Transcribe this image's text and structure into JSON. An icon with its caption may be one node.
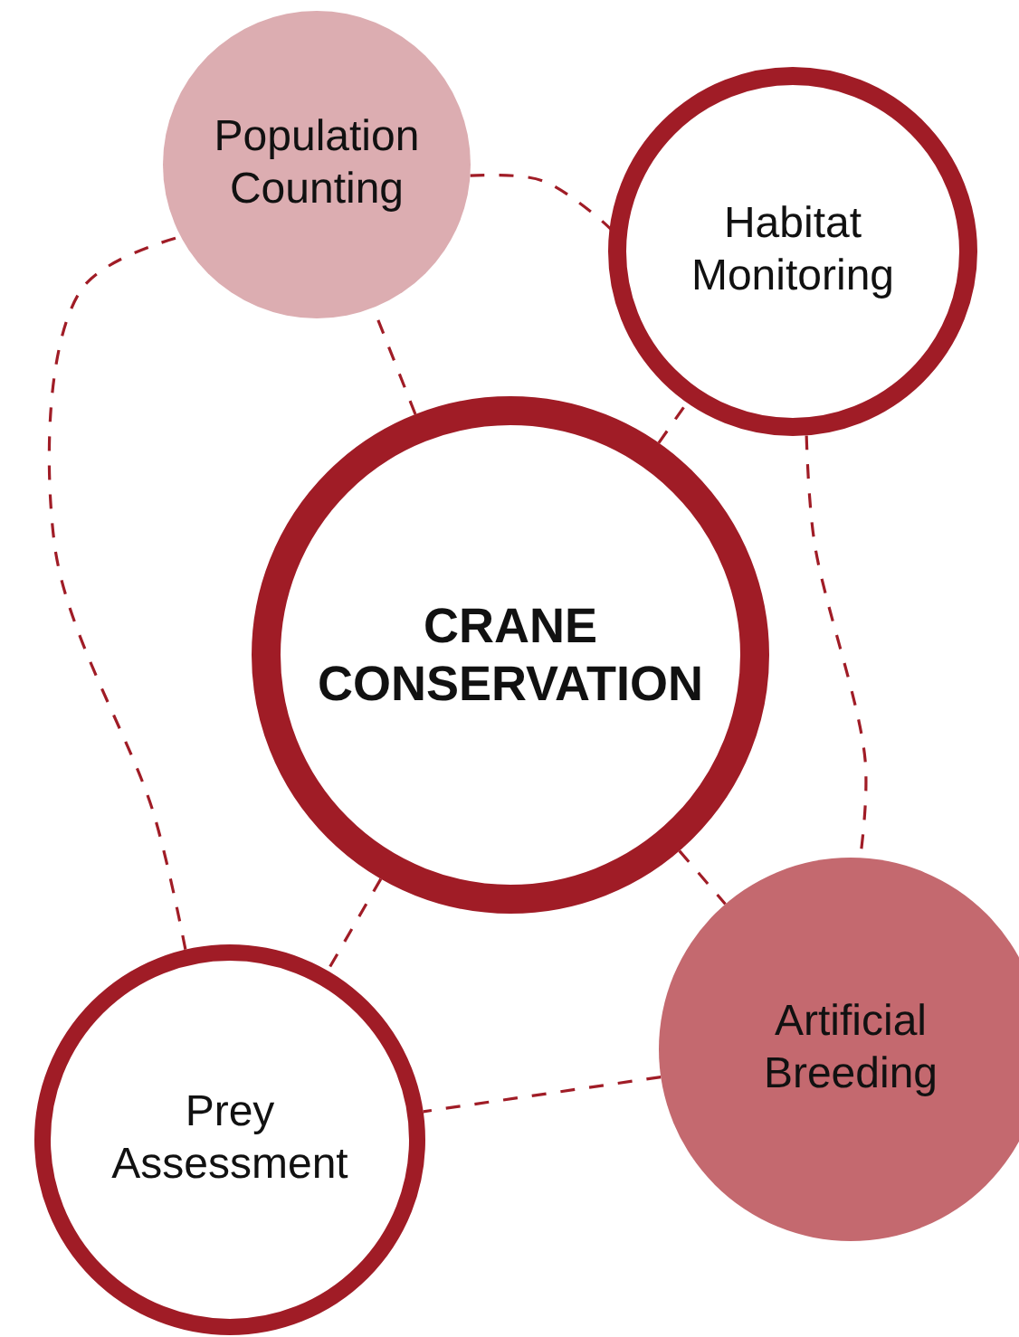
{
  "diagram": {
    "nodes": [
      {
        "text": [
          "CRANE CONSERVATION"
        ]
      },
      {
        "text": [
          "Population Counting"
        ]
      },
      {
        "text": [
          "Habitat Monitoring"
        ]
      },
      {
        "text": [
          "Prey Assessment"
        ]
      },
      {
        "text": [
          "Artificial Breeding"
        ]
      }
    ],
    "edges": [
      {
        "from": 0,
        "to": 1,
        "arrow": "none",
        "style": "dashed"
      },
      {
        "from": 0,
        "to": 2,
        "arrow": "none",
        "style": "dashed"
      },
      {
        "from": 0,
        "to": 3,
        "arrow": "none",
        "style": "dashed"
      },
      {
        "from": 0,
        "to": 4,
        "arrow": "none",
        "style": "dashed"
      },
      {
        "from": 1,
        "to": 2,
        "arrow": "none",
        "style": "dashed"
      },
      {
        "from": 2,
        "to": 4,
        "arrow": "none",
        "style": "dashed"
      },
      {
        "from": 4,
        "to": 3,
        "arrow": "none",
        "style": "dashed"
      },
      {
        "from": 3,
        "to": 1,
        "arrow": "none",
        "style": "dashed"
      }
    ]
  }
}
